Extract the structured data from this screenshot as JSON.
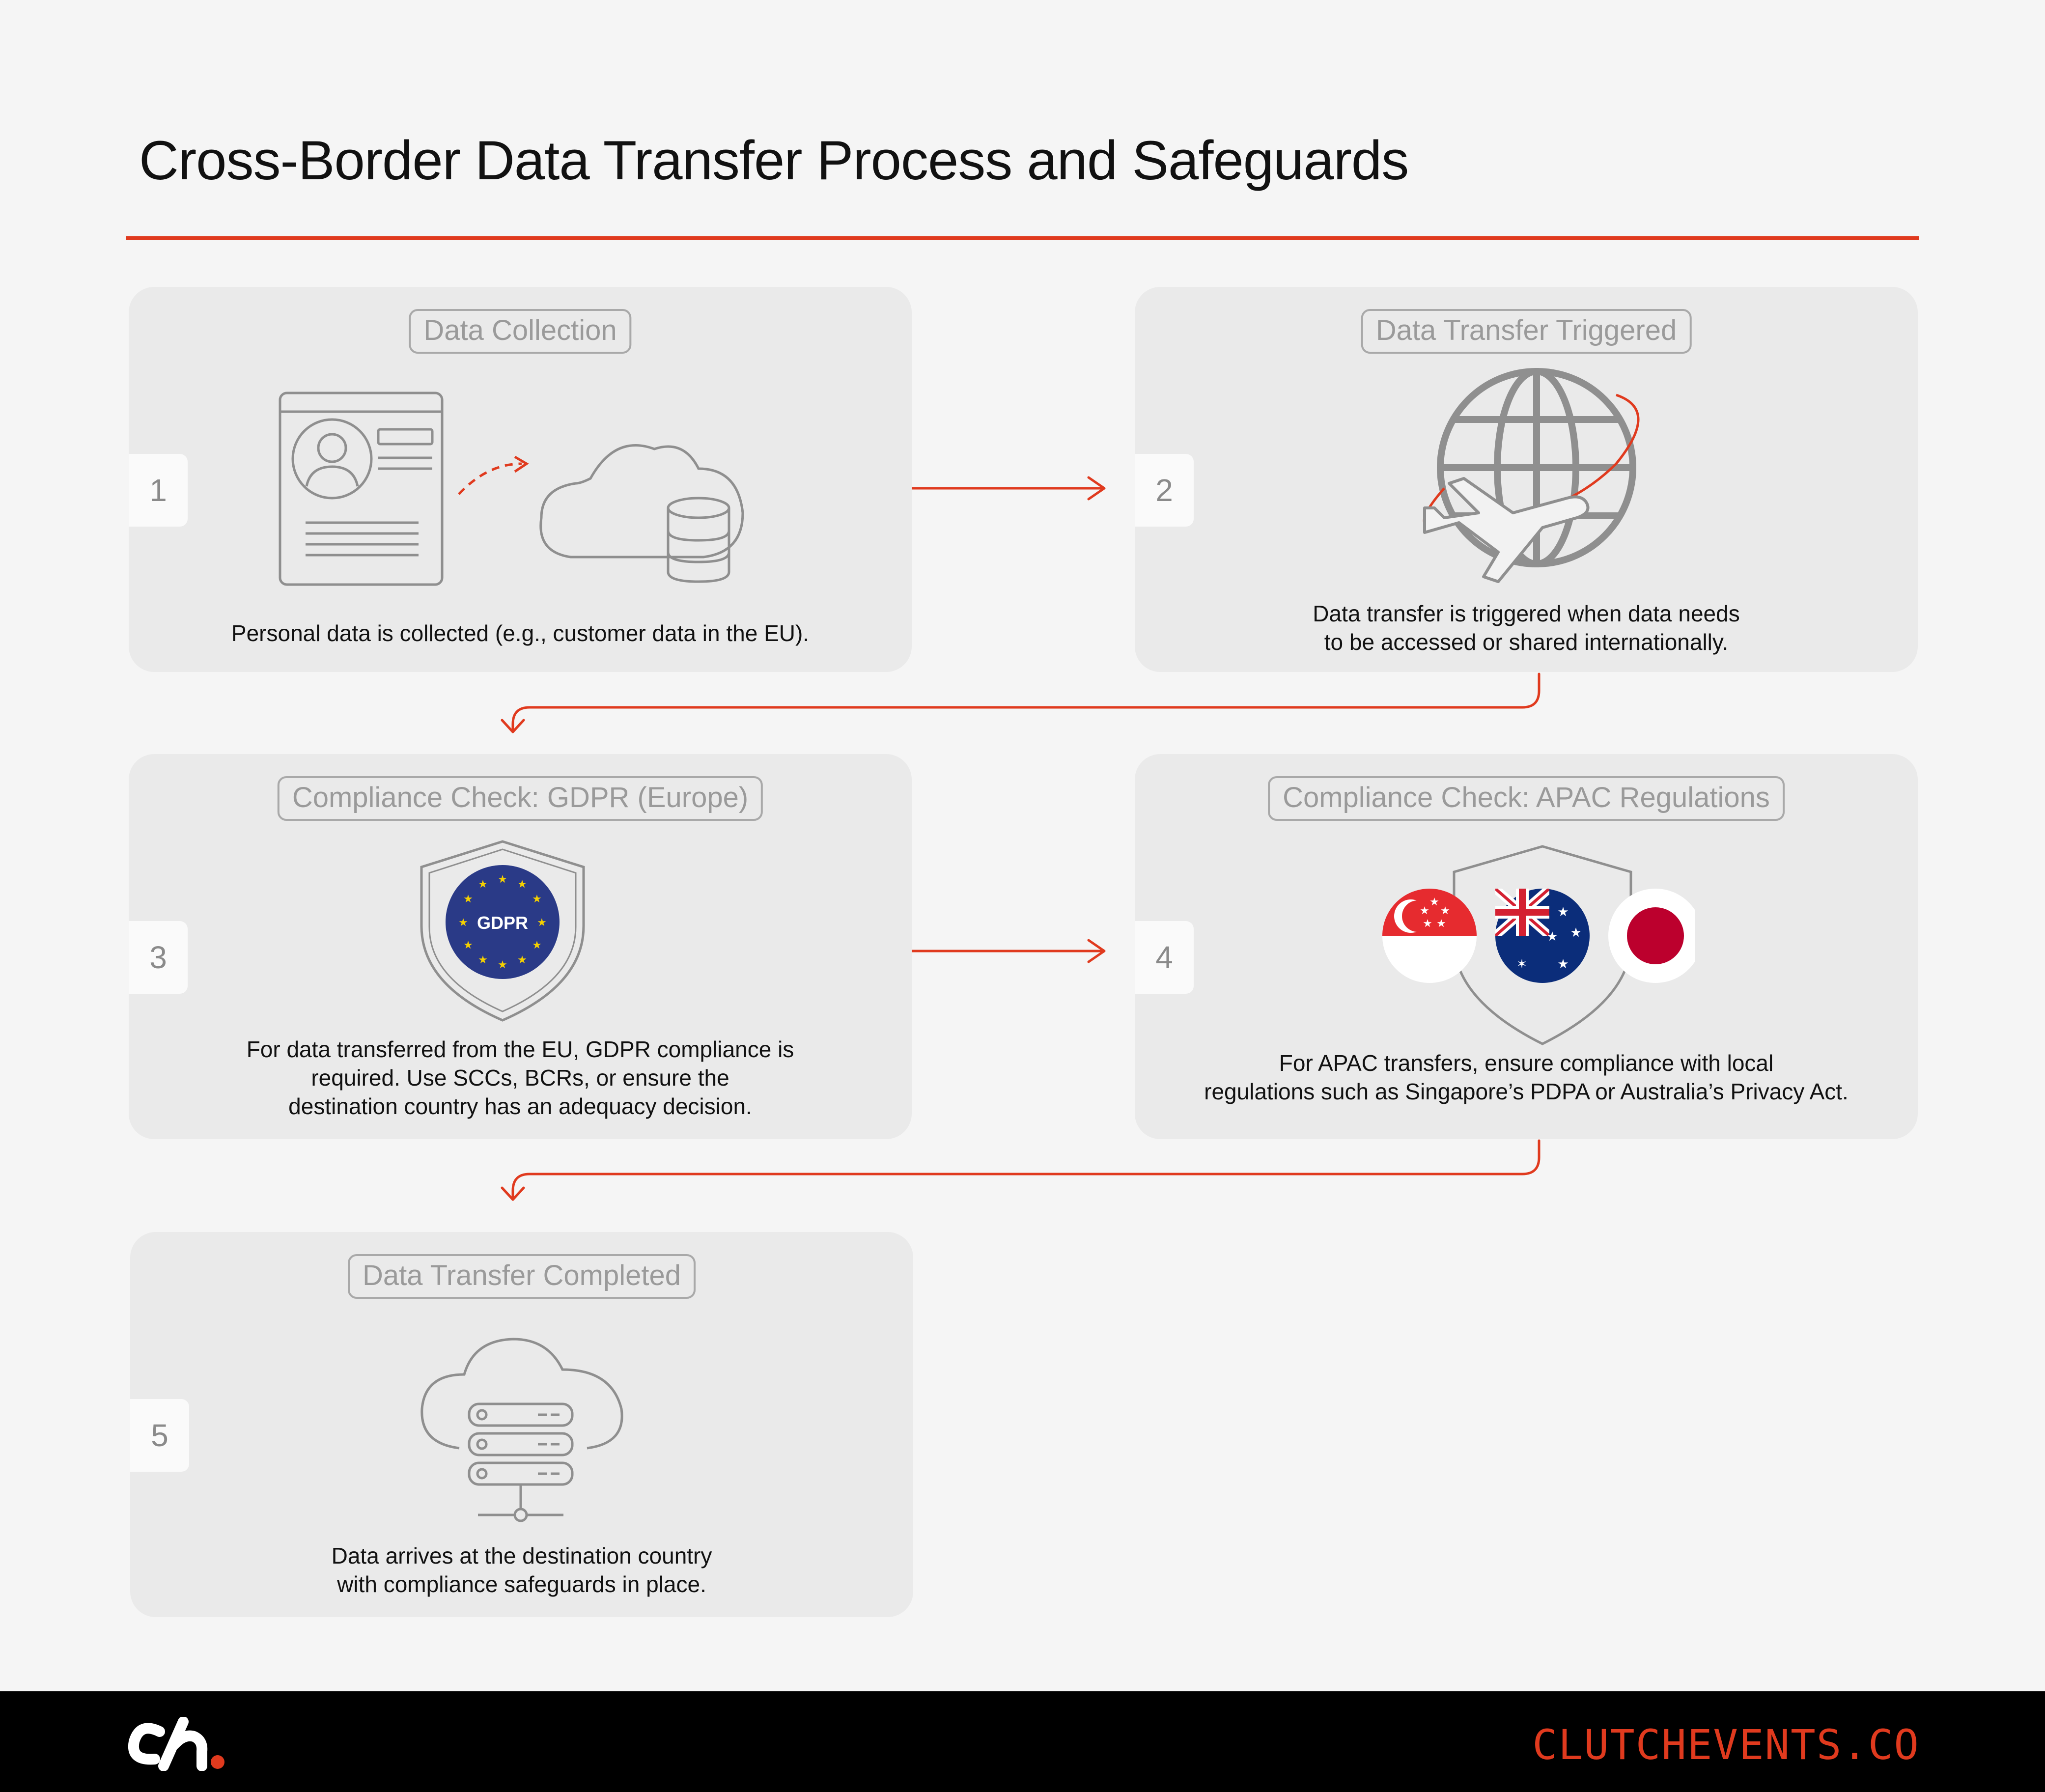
{
  "title": "Cross-Border Data Transfer Process and Safeguards",
  "colors": {
    "accent": "#e03a1e",
    "card": "#eaeaea",
    "background": "#f5f5f5"
  },
  "steps": [
    {
      "number": "1",
      "label": "Data Collection",
      "description": [
        "Personal data is collected (e.g., customer data in the EU)."
      ],
      "icon": "document-to-cloud-icon"
    },
    {
      "number": "2",
      "label": "Data Transfer Triggered",
      "description": [
        "Data transfer is triggered when data needs",
        "to be accessed or shared internationally."
      ],
      "icon": "globe-airplane-icon"
    },
    {
      "number": "3",
      "label": "Compliance Check: GDPR (Europe)",
      "badge": "GDPR",
      "description": [
        "For data transferred from the EU, GDPR compliance is",
        "required. Use SCCs, BCRs, or ensure the",
        "destination country has an adequacy decision."
      ],
      "icon": "gdpr-shield-icon"
    },
    {
      "number": "4",
      "label": "Compliance Check: APAC Regulations",
      "description": [
        "For APAC transfers, ensure compliance with local",
        "regulations such as Singapore’s PDPA or Australia’s Privacy Act."
      ],
      "icon": "apac-flags-shield-icon"
    },
    {
      "number": "5",
      "label": "Data Transfer Completed",
      "description": [
        "Data arrives at the destination country",
        "with compliance safeguards in place."
      ],
      "icon": "cloud-server-icon"
    }
  ],
  "footer": {
    "logo": "clutch-events-logo",
    "url": "CLUTCHEVENTS.CO"
  }
}
